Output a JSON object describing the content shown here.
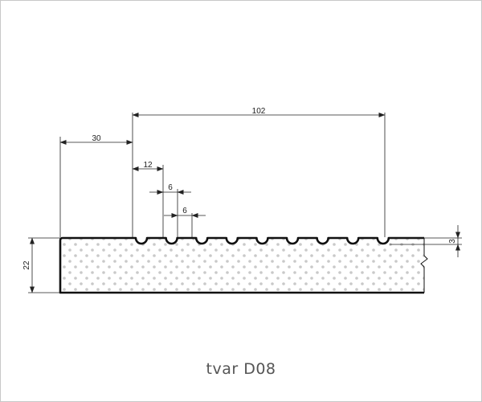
{
  "caption": "tvar D08",
  "dimensions": {
    "overall_groove_span": "102",
    "first_groove_offset": "30",
    "groove_pitch": "12",
    "groove_width_1": "6",
    "groove_width_2": "6",
    "groove_depth": "3",
    "board_thickness": "22"
  },
  "colors": {
    "outline": "#111111",
    "dimension_line": "#222222",
    "fill_dots": "#c9c9c9",
    "frame_border": "#c8c8c8",
    "caption_text": "#555555"
  }
}
